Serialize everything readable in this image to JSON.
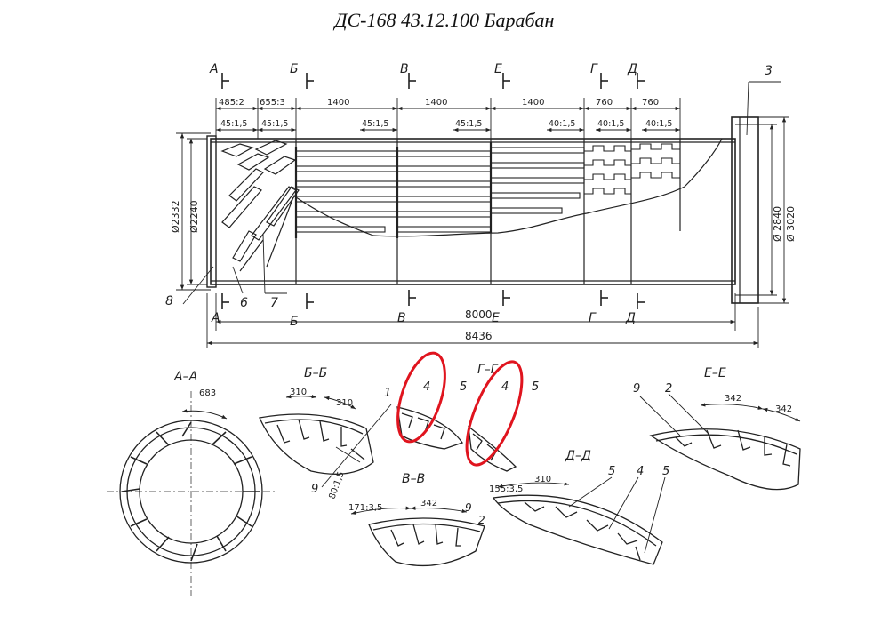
{
  "title": "ДС-168 43.12.100 Барабан",
  "colors": {
    "line": "#222222",
    "highlight": "#e0141e"
  },
  "main_view": {
    "section_letters": [
      "А",
      "Б",
      "В",
      "Е",
      "Г",
      "Д"
    ],
    "top_dims": [
      "485:2",
      "655:3",
      "1400",
      "1400",
      "1400",
      "760",
      "760"
    ],
    "pitch_dims": [
      "45:1,5",
      "45:1,5",
      "45:1,5",
      "45:1,5",
      "40:1,5",
      "40:1,5",
      "40:1,5"
    ],
    "diameters": {
      "d2332": "Ø2332",
      "d2240": "Ø2240",
      "d2840": "Ø 2840",
      "d3020": "Ø 3020"
    },
    "length_dims": {
      "inner": "8000",
      "overall": "8436"
    },
    "callouts": {
      "p3": "3",
      "p1": "1",
      "p8": "8",
      "p6": "6",
      "p7": "7"
    }
  },
  "sections": {
    "aa": {
      "title": "А–А",
      "dim": "683"
    },
    "bb": {
      "title": "Б–Б",
      "dim1": "310",
      "dim2": "310",
      "dim3": "80:1,5",
      "callout": "9"
    },
    "vv": {
      "title": "В–В",
      "dim1": "171:3,5",
      "dim2": "342",
      "c9": "9",
      "c2": "2"
    },
    "gg": {
      "title": "Г–Г",
      "c4a": "4",
      "c5a": "5",
      "c4b": "4",
      "c5b": "5"
    },
    "dd": {
      "title": "Д–Д",
      "dim1": "155:3,5",
      "dim2": "310",
      "c5a": "5",
      "c4": "4",
      "c5b": "5"
    },
    "ee": {
      "title": "Е–Е",
      "c9": "9",
      "c2": "2",
      "dim1": "342",
      "dim2": "342"
    }
  }
}
